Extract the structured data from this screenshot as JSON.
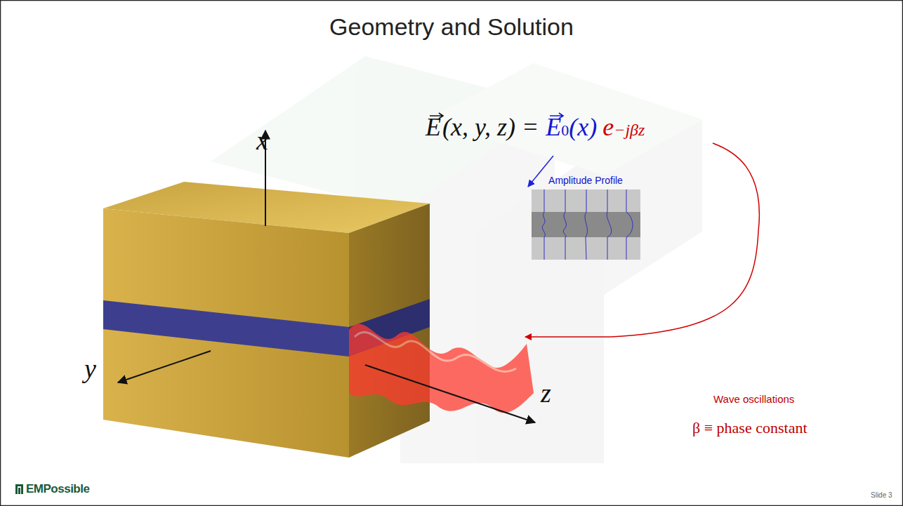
{
  "diagram": {
    "title": "Geometry and Solution",
    "labels": [
      "x",
      "y",
      "z",
      "E",
      "(x, y, z) =",
      "E",
      "0",
      "(x)",
      "e",
      "−jβz",
      "Amplitude Profile",
      "Wave oscillations",
      "β ≡ phase constant",
      "EMPossible",
      "Slide 3"
    ]
  }
}
